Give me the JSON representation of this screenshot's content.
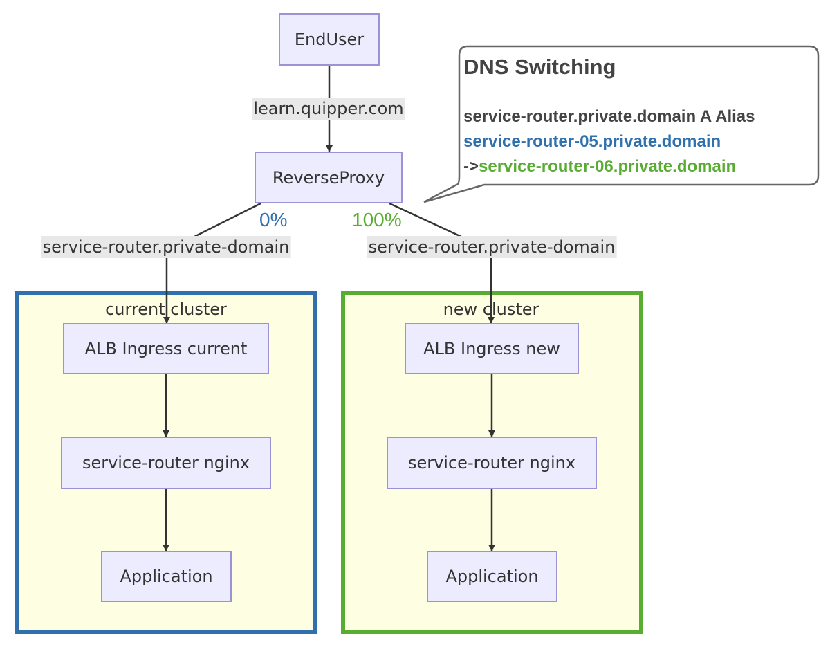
{
  "colors": {
    "current": "#2f70ad",
    "new": "#58ac32",
    "node_fill": "#ececfe",
    "node_border": "#9c92d6",
    "cluster_fill": "#fefee3"
  },
  "nodes": {
    "enduser": "EndUser",
    "reverse_proxy": "ReverseProxy",
    "current": {
      "ingress": "ALB Ingress current",
      "nginx": "service-router nginx",
      "app": "Application"
    },
    "new": {
      "ingress": "ALB Ingress new",
      "nginx": "service-router nginx",
      "app": "Application"
    }
  },
  "clusters": {
    "current": "current cluster",
    "new": "new cluster"
  },
  "edges": {
    "enduser_to_proxy": "learn.quipper.com",
    "proxy_to_current": "service-router.private-domain",
    "proxy_to_new": "service-router.private-domain",
    "current_percent": "0%",
    "new_percent": "100%"
  },
  "callout": {
    "title": "DNS Switching",
    "line1": "service-router.private.domain A Alias",
    "line2": "service-router-05.private.domain",
    "line3_prefix": "->",
    "line3_target": "service-router-06.private.domain"
  }
}
